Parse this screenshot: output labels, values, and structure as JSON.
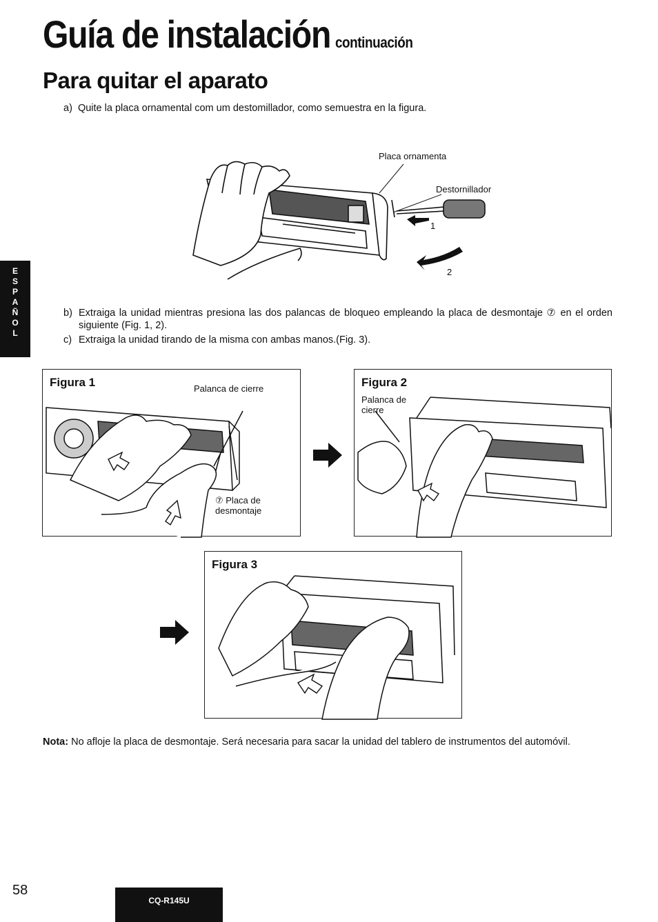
{
  "header": {
    "title": "Guía de instalación",
    "continued": "continuación"
  },
  "section": {
    "title": "Para quitar el aparato"
  },
  "steps": {
    "a": {
      "marker": "a)",
      "text": "Quite la placa ornamental com um destomillador, como semuestra en la figura."
    },
    "b": {
      "marker": "b)",
      "text": "Extraiga la unidad mientras presiona las dos palancas de bloqueo empleando la placa de desmontaje ⑦ en el orden siguiente (Fig. 1, 2)."
    },
    "c": {
      "marker": "c)",
      "text": "Extraiga la unidad tirando de la misma con ambas manos.(Fig. 3)."
    }
  },
  "top_figure": {
    "label_plate": "Placa ornamenta",
    "label_screwdriver": "Destornillador",
    "step1": "1",
    "step2": "2"
  },
  "figura1": {
    "title": "Figura 1",
    "label_lever": "Palanca de cierre",
    "label_plate": "⑦ Placa de desmontaje"
  },
  "figura2": {
    "title": "Figura 2",
    "label_lever": "Palanca de cierre"
  },
  "figura3": {
    "title": "Figura 3"
  },
  "note": {
    "label": "Nota:",
    "text": " No afloje la placa de desmontaje.  Será necesaria para sacar la unidad del tablero de instrumentos del automóvil."
  },
  "side_tab": {
    "letters": [
      "E",
      "S",
      "P",
      "A",
      "Ñ",
      "O",
      "L"
    ]
  },
  "footer": {
    "page_number": "58",
    "model": "CQ-R145U"
  }
}
